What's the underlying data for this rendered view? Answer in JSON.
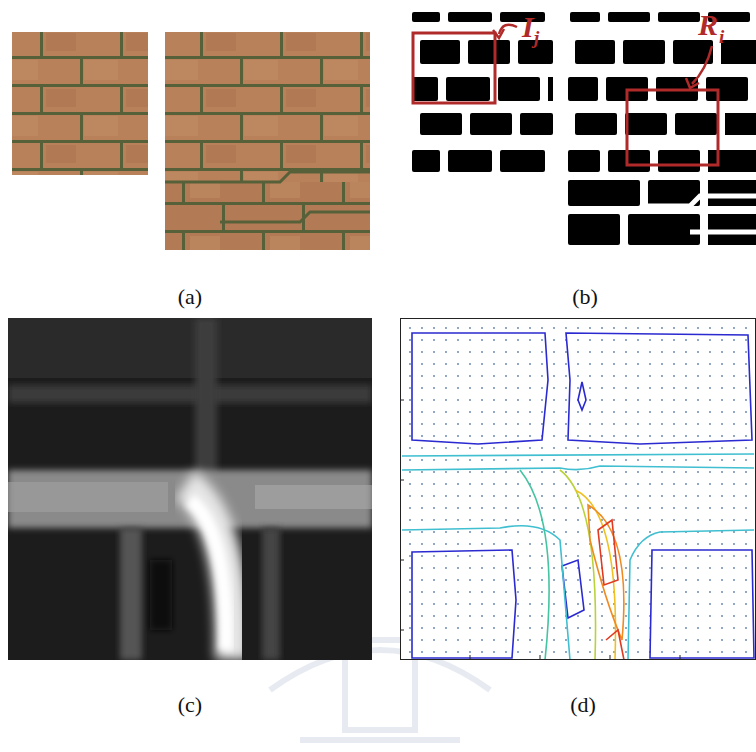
{
  "diagram": {
    "labels": [
      "I",
      "j",
      "R",
      "i",
      "(a)",
      "(b)",
      "(c)",
      "(d)"
    ]
  }
}
